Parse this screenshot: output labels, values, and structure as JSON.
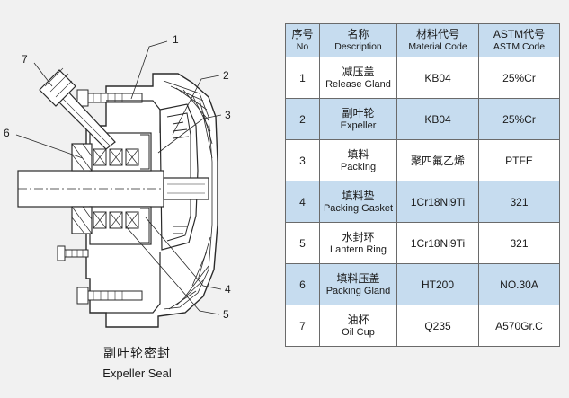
{
  "drawing": {
    "callouts": [
      "1",
      "2",
      "3",
      "4",
      "5",
      "6",
      "7"
    ],
    "caption_zh": "副叶轮密封",
    "caption_en": "Expeller Seal"
  },
  "table": {
    "headers": {
      "no_zh": "序号",
      "no_en": "No",
      "desc_zh": "名称",
      "desc_en": "Description",
      "mat_zh": "材料代号",
      "mat_en": "Material Code",
      "astm_zh": "ASTM代号",
      "astm_en": "ASTM Code"
    },
    "rows": [
      {
        "no": "1",
        "name_zh": "减压盖",
        "name_en": "Release Gland",
        "material": "KB04",
        "astm": "25%Cr"
      },
      {
        "no": "2",
        "name_zh": "副叶轮",
        "name_en": "Expeller",
        "material": "KB04",
        "astm": "25%Cr"
      },
      {
        "no": "3",
        "name_zh": "填料",
        "name_en": "Packing",
        "material": "聚四氟乙烯",
        "astm": "PTFE"
      },
      {
        "no": "4",
        "name_zh": "填料垫",
        "name_en": "Packing Gasket",
        "material": "1Cr18Ni9Ti",
        "astm": "321"
      },
      {
        "no": "5",
        "name_zh": "水封环",
        "name_en": "Lantern Ring",
        "material": "1Cr18Ni9Ti",
        "astm": "321"
      },
      {
        "no": "6",
        "name_zh": "填料压盖",
        "name_en": "Packing Gland",
        "material": "HT200",
        "astm": "NO.30A"
      },
      {
        "no": "7",
        "name_zh": "油杯",
        "name_en": "Oil Cup",
        "material": "Q235",
        "astm": "A570Gr.C"
      }
    ]
  },
  "colors": {
    "background": "#f1f1f1",
    "header_fill": "#c6dcef",
    "row_alt_fill": "#c6dcef",
    "drawing_line": "#2a2a2a",
    "section_fill": "#ffffff"
  }
}
